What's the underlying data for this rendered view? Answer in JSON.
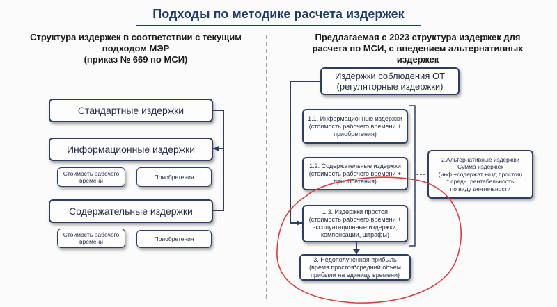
{
  "title": "Подходы по методике расчета издержек",
  "left": {
    "heading_lines": [
      "Структура  издержек  в соответствии  с текущим",
      "подходом МЭР",
      "(приказ № 669 по МСИ)"
    ],
    "standard": "Стандартные  издержки",
    "informational": "Информационные  издержки",
    "info_sub1": "Стоимость рабочего времени",
    "info_sub2": "Приобретения",
    "content": "Содержательные  издержки",
    "content_sub1": "Стоимость рабочего времени",
    "content_sub2": "Приобретения"
  },
  "right": {
    "heading_lines": [
      "Предлагаемая с 2023 структура  издержек для",
      "расчета по МСИ,  с введением альтернативных",
      "издержек"
    ],
    "top_box_lines": [
      "Издержки соблюдения ОТ",
      "(регуляторные издержки)"
    ],
    "box_1_1_lines": [
      "1.1. Информационные издержки",
      "(стоимость рабочего времени +",
      "приобретения)"
    ],
    "box_1_2_lines": [
      "1.2. Содержательные издержки",
      "(стоимость рабочего времени +",
      "приобретения)"
    ],
    "box_1_3_lines": [
      "1.3. Издержки простоя",
      "(стоимость рабочего времени +",
      "эксплуатационные издержки,",
      "компенсации, штрафы)"
    ],
    "box_2_lines": [
      "2.Альтернативные издержки",
      "Сумма издержек",
      "(инф.+содержат.+изд.простоя)",
      "* средн. рентабельность",
      "по виду деятельности"
    ],
    "box_3_lines": [
      "3. Недополученная прибыль",
      "(время простоя*средний объем",
      "прибыли на единицу времени)"
    ]
  },
  "colors": {
    "title": "#1f3a6b",
    "box_border": "#2c3e66",
    "annotation": "#e03a3a"
  }
}
